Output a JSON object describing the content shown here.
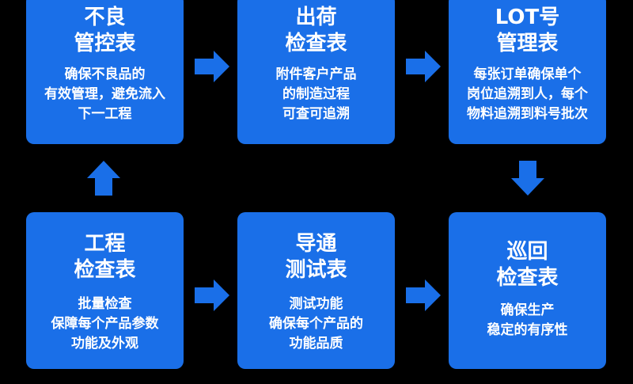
{
  "colors": {
    "background": "#000000",
    "card": "#1a6fe8",
    "arrow": "#1a6fe8",
    "text": "#ffffff"
  },
  "cards": {
    "defect": {
      "title_line1": "不良",
      "title_line2": "管控表",
      "desc_line1": "确保不良品的",
      "desc_line2": "有效管理，避免流入",
      "desc_line3": "下一工程"
    },
    "shipping": {
      "title_line1": "出荷",
      "title_line2": "检查表",
      "desc_line1": "附件客户产品",
      "desc_line2": "的制造过程",
      "desc_line3": "可查可追溯"
    },
    "lot": {
      "title_line1": "LOT号",
      "title_line2": "管理表",
      "desc_line1": "每张订单确保单个",
      "desc_line2": "岗位追溯到人，每个",
      "desc_line3": "物料追溯到料号批次"
    },
    "process": {
      "title_line1": "工程",
      "title_line2": "检查表",
      "desc_line1": "批量检查",
      "desc_line2": "保障每个产品参数",
      "desc_line3": "功能及外观"
    },
    "conduction": {
      "title_line1": "导通",
      "title_line2": "测试表",
      "desc_line1": "测试功能",
      "desc_line2": "确保每个产品的",
      "desc_line3": "功能品质"
    },
    "patrol": {
      "title_line1": "巡回",
      "title_line2": "检查表",
      "desc_line1": "确保生产",
      "desc_line2": "稳定的有序性"
    }
  },
  "arrows": [
    "right",
    "right",
    "down",
    "up",
    "right",
    "right"
  ]
}
